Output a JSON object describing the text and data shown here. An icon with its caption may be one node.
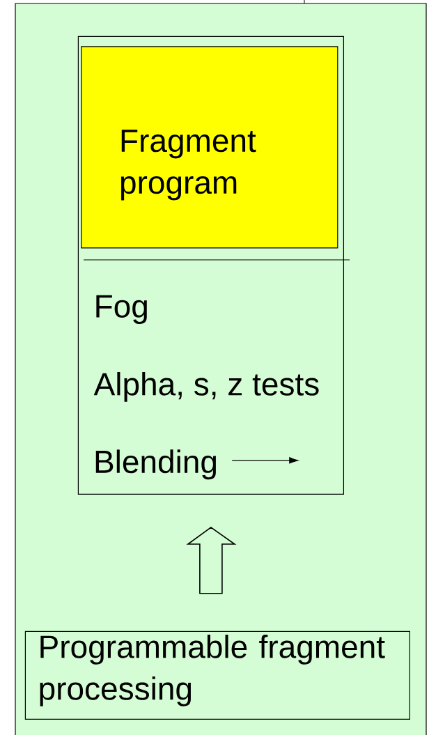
{
  "diagram": {
    "nodes": [
      {
        "text": [],
        "shape": "box"
      },
      {
        "text": [
          "Fog",
          "Alpha, s, z tests"
        ],
        "in": 0
      },
      {
        "text": [
          "Fragment program"
        ],
        "in": 1
      },
      {
        "text": [
          "Blending"
        ],
        "in": 1
      },
      {
        "text": [
          "Programmable fragment processing"
        ],
        "in": 0
      }
    ],
    "edges": [
      {
        "from": 3,
        "to": null,
        "arrow": "to"
      },
      {
        "from": 4,
        "to": 1,
        "arrow": "to",
        "style": "thick"
      }
    ]
  }
}
